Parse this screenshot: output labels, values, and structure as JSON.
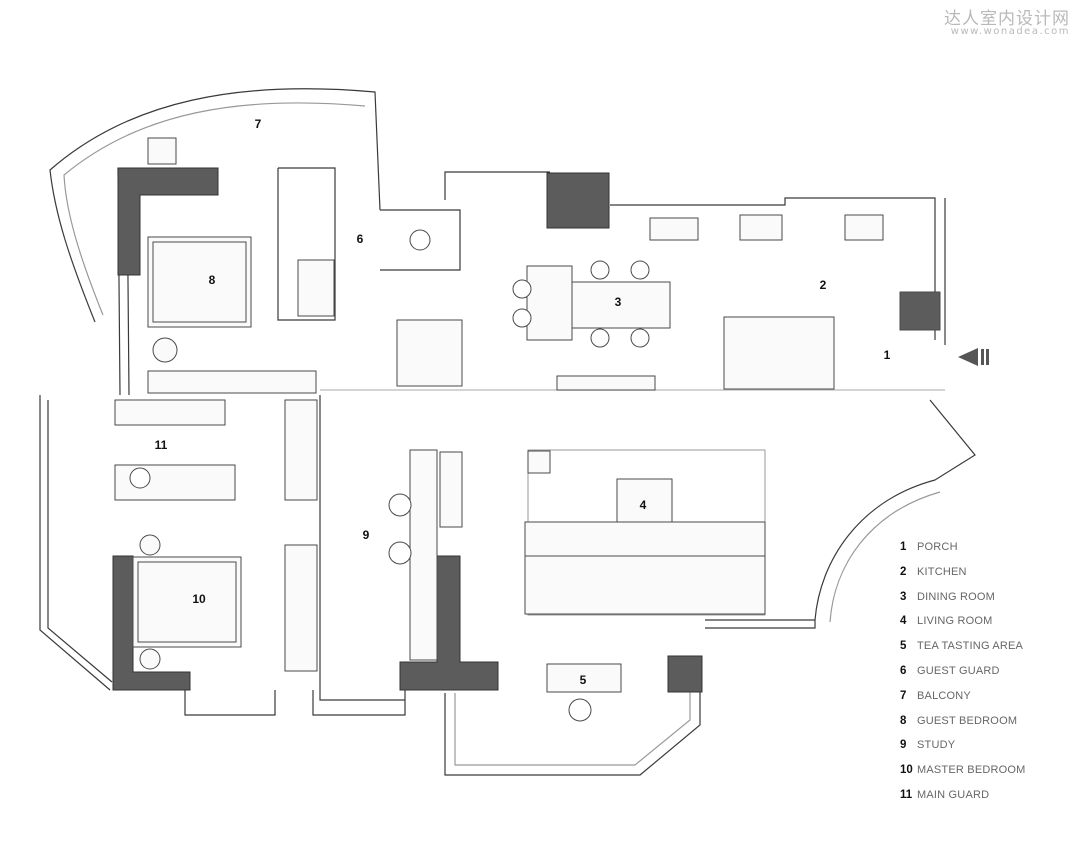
{
  "watermark": {
    "chinese": "达人室内设计网",
    "url": "www.wonadea.com"
  },
  "rooms": [
    {
      "number": "1",
      "label": "PORCH"
    },
    {
      "number": "2",
      "label": "KITCHEN"
    },
    {
      "number": "3",
      "label": "DINING ROOM"
    },
    {
      "number": "4",
      "label": "LIVING ROOM"
    },
    {
      "number": "5",
      "label": "TEA TASTING AREA"
    },
    {
      "number": "6",
      "label": "GUEST GUARD"
    },
    {
      "number": "7",
      "label": "BALCONY"
    },
    {
      "number": "8",
      "label": "GUEST BEDROOM"
    },
    {
      "number": "9",
      "label": "STUDY"
    },
    {
      "number": "10",
      "label": "MASTER BEDROOM"
    },
    {
      "number": "11",
      "label": "MAIN GUARD"
    }
  ],
  "colors": {
    "wall": "#5c5c5c",
    "line": "#3a3a3a",
    "fill": "#f7f7f7"
  }
}
